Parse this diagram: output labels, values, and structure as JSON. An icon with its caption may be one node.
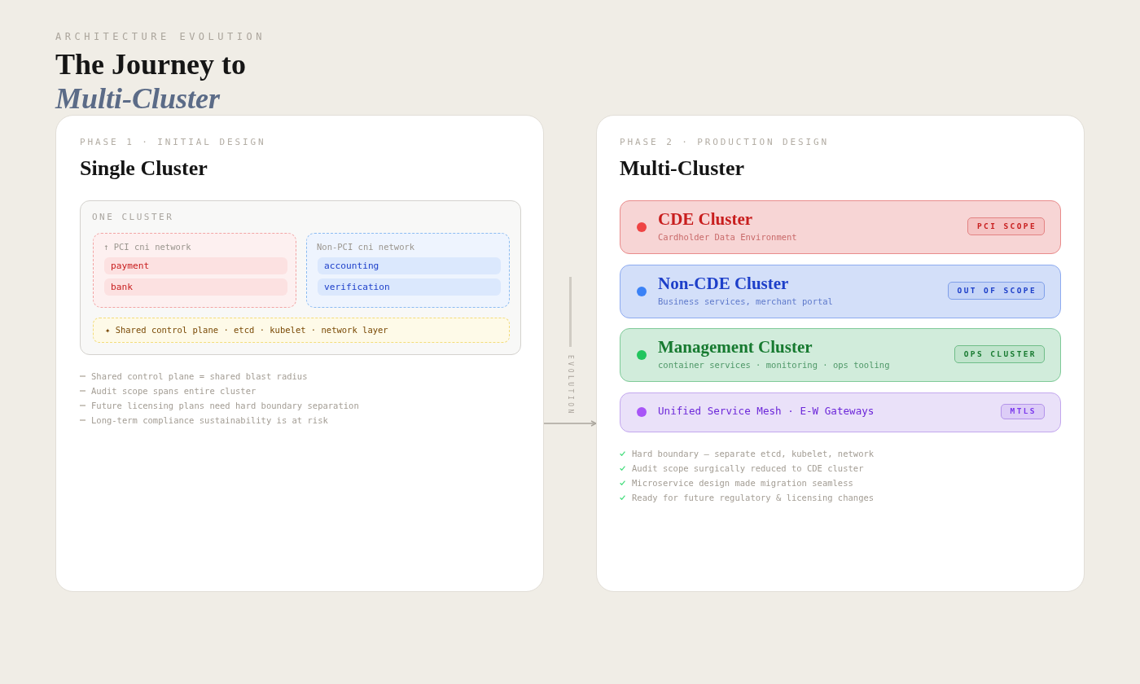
{
  "diagram": {
    "title": "The Journey to *Multi-Cluster*",
    "nodes": [
      {
        "text": [
          "PHASE 1 · INITIAL DESIGN",
          "Single Cluster",
          "Shared control plane = shared blast radius",
          "Audit scope spans entire cluster",
          "Future licensing plans need hard boundary separation",
          "Long-term compliance sustainability is at risk"
        ]
      },
      {
        "text": [
          "ONE CLUSTER"
        ],
        "in": 0
      },
      {
        "text": [
          "↑ PCI cni network"
        ],
        "in": 1
      },
      {
        "text": [
          "payment"
        ],
        "in": 2
      },
      {
        "text": [
          "bank"
        ],
        "in": 2
      },
      {
        "text": [
          "Non-PCI cni network"
        ],
        "in": 1
      },
      {
        "text": [
          "accounting"
        ],
        "in": 5
      },
      {
        "text": [
          "verification"
        ],
        "in": 5
      },
      {
        "text": [
          "✦ Shared control plane · etcd · kubelet · network layer"
        ],
        "in": 1
      },
      {
        "text": [
          "PHASE 2 · PRODUCTION DESIGN",
          "Multi-Cluster",
          "Hard boundary — separate etcd, kubelet, network",
          "Audit scope surgically reduced to CDE cluster",
          "Microservice design made migration seamless",
          "Ready for future regulatory & licensing changes"
        ]
      },
      {
        "text": [
          "CDE Cluster",
          "Cardholder Data Environment"
        ],
        "in": 9
      },
      {
        "text": [
          "PCI SCOPE"
        ],
        "in": 10
      },
      {
        "text": [
          "Non-CDE Cluster",
          "Business services, merchant portal"
        ],
        "in": 9
      },
      {
        "text": [
          "OUT OF SCOPE"
        ],
        "in": 12
      },
      {
        "text": [
          "Management Cluster",
          "container services · monitoring · ops tooling"
        ],
        "in": 9
      },
      {
        "text": [
          "OPS CLUSTER"
        ],
        "in": 14
      },
      {
        "text": [
          "Unified Service Mesh · E-W Gateways"
        ],
        "in": 9
      },
      {
        "text": [
          "MTLS"
        ],
        "in": 16
      }
    ],
    "edges": [
      {
        "from": 0,
        "to": 9,
        "arrow": "to",
        "label": "EVOLUTION"
      }
    ],
    "labels": [
      "ARCHITECTURE EVOLUTION"
    ]
  }
}
